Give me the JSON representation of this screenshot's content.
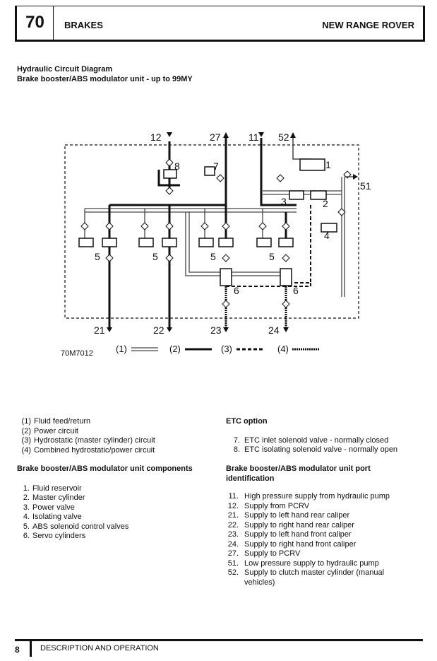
{
  "header": {
    "section_number": "70",
    "section_title": "BRAKES",
    "model": "NEW RANGE ROVER"
  },
  "titles": {
    "line1": "Hydraulic Circuit Diagram",
    "line2": "Brake booster/ABS modulator unit - up to 99MY"
  },
  "diagram": {
    "figure_ref": "70M7012",
    "port_labels": [
      "12",
      "27",
      "11",
      "52",
      "51",
      "21",
      "22",
      "23",
      "24"
    ],
    "component_labels": [
      "8",
      "7",
      "1",
      "3",
      "2",
      "4",
      "5",
      "5",
      "5",
      "5",
      "6",
      "6"
    ],
    "legend": [
      "(1)",
      "(2)",
      "(3)",
      "(4)"
    ]
  },
  "circuit_key": [
    {
      "num": "(1)",
      "text": "Fluid feed/return"
    },
    {
      "num": "(2)",
      "text": "Power circuit"
    },
    {
      "num": "(3)",
      "text": "Hydrostatic (master cylinder) circuit"
    },
    {
      "num": "(4)",
      "text": "Combined hydrostatic/power circuit"
    }
  ],
  "components": {
    "heading": "Brake booster/ABS modulator unit components",
    "items": [
      {
        "num": "1.",
        "text": "Fluid reservoir"
      },
      {
        "num": "2.",
        "text": "Master cylinder"
      },
      {
        "num": "3.",
        "text": "Power valve"
      },
      {
        "num": "4.",
        "text": "Isolating valve"
      },
      {
        "num": "5.",
        "text": "ABS solenoid control valves"
      },
      {
        "num": "6.",
        "text": "Servo cylinders"
      }
    ]
  },
  "etc": {
    "heading": "ETC option",
    "items": [
      {
        "num": "7.",
        "text": "ETC inlet solenoid valve - normally closed"
      },
      {
        "num": "8.",
        "text": "ETC isolating solenoid valve - normally open"
      }
    ]
  },
  "ports": {
    "heading_line1": "Brake booster/ABS modulator unit port",
    "heading_line2": "identification",
    "items": [
      {
        "num": "11.",
        "text": "High pressure supply from hydraulic pump"
      },
      {
        "num": "12.",
        "text": "Supply from PCRV"
      },
      {
        "num": "21.",
        "text": "Supply to left hand rear caliper"
      },
      {
        "num": "22.",
        "text": "Supply to right hand rear caliper"
      },
      {
        "num": "23.",
        "text": "Supply to left hand front caliper"
      },
      {
        "num": "24.",
        "text": "Supply to right hand front caliper"
      },
      {
        "num": "27.",
        "text": "Supply to PCRV"
      },
      {
        "num": "51.",
        "text": "Low pressure supply to hydraulic pump"
      },
      {
        "num": "52.",
        "text": "Supply to clutch master cylinder (manual vehicles)"
      }
    ]
  },
  "footer": {
    "page_number": "8",
    "section_label": "DESCRIPTION AND OPERATION"
  }
}
